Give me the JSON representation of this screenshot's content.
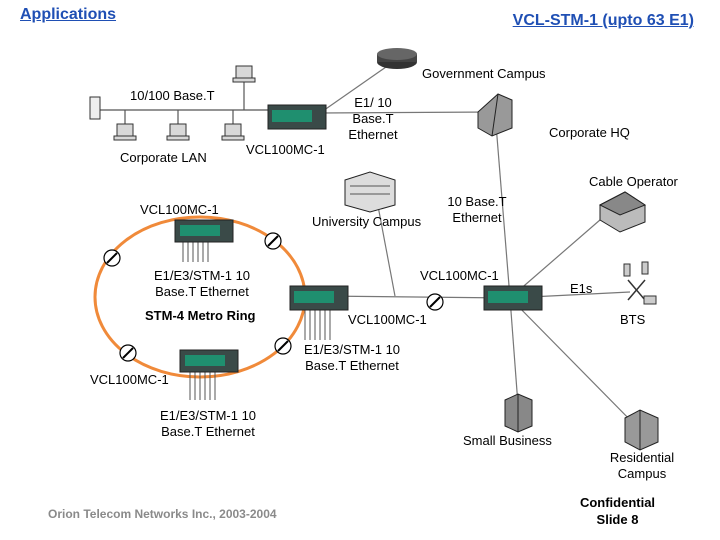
{
  "header": {
    "left_title": "Applications",
    "right_title": "VCL-STM-1 (upto 63 E1)"
  },
  "labels": {
    "government_campus": "Government Campus",
    "base_t_lan": "10/100 Base.T",
    "corporate_lan": "Corporate LAN",
    "vcl_top": "VCL100MC-1",
    "e1_ethernet_top": "E1/ 10 Base.T Ethernet",
    "corporate_hq": "Corporate HQ",
    "cable_operator": "Cable Operator",
    "vcl_ring_top": "VCL100MC-1",
    "university_campus": "University Campus",
    "base_t_ethernet_right": "10 Base.T Ethernet",
    "ring_left_services": "E1/E3/STM-1 10 Base.T Ethernet",
    "metro_ring": "STM-4 Metro Ring",
    "vcl_right_node": "VCL100MC-1",
    "e1s": "E1s",
    "vcl_ring_right": "VCL100MC-1",
    "bts": "BTS",
    "ring_bottom_right_services": "E1/E3/STM-1 10 Base.T Ethernet",
    "vcl_ring_bottom": "VCL100MC-1",
    "ring_bottom_services": "E1/E3/STM-1 10 Base.T Ethernet",
    "small_business": "Small Business",
    "residential_campus": "Residential Campus"
  },
  "footer": {
    "company": "Orion Telecom Networks Inc., 2003-2004",
    "confidential": "Confidential",
    "slide": "Slide 8"
  }
}
